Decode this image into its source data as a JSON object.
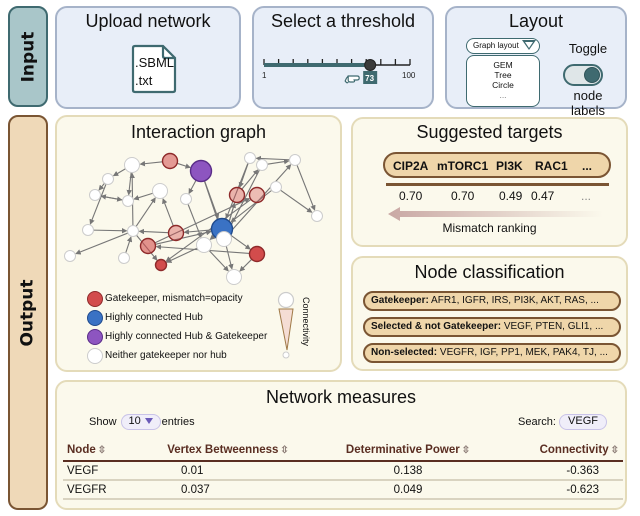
{
  "sections": {
    "input_label": "Input",
    "output_label": "Output"
  },
  "upload": {
    "title": "Upload network",
    "file_types": [
      ".SBML",
      ".txt"
    ],
    "icon": "file-icon"
  },
  "threshold": {
    "title": "Select a threshold",
    "min": 1,
    "max": 100,
    "value": 73,
    "min_label": "1",
    "max_label": "100",
    "value_label": "73",
    "ticks": 11,
    "cursor_icon": "pointing-hand-icon",
    "track_color": "#3f6a70"
  },
  "layout": {
    "title": "Layout",
    "dropdown_label": "Graph layout",
    "options": [
      "GEM",
      "Tree",
      "Circle",
      "..."
    ],
    "toggle_top": "Toggle",
    "toggle_bottom": "node labels",
    "toggle_on": true
  },
  "graph": {
    "title": "Interaction graph",
    "colors": {
      "gatekeeper": "#d24c4c",
      "hub": "#3a72c4",
      "hub_gatekeeper": "#8d55c0",
      "neither": "#ffffff",
      "edge": "#777777"
    },
    "legend": [
      {
        "label": "Gatekeeper, mismatch=opacity",
        "type": "gatekeeper"
      },
      {
        "label": "Highly connected Hub",
        "type": "hub"
      },
      {
        "label": "Highly connected Hub & Gatekeeper",
        "type": "hub_gatekeeper"
      },
      {
        "label": "Neither gatekeeper nor hub",
        "type": "neither"
      }
    ],
    "connectivity_label": "Connectivity",
    "nodes": [
      {
        "id": 0,
        "type": "neither",
        "opacity": 1,
        "size": "m"
      },
      {
        "id": 1,
        "type": "gatekeeper",
        "opacity": 0.55,
        "size": "m"
      },
      {
        "id": 2,
        "type": "hub_gatekeeper",
        "opacity": 1,
        "size": "l"
      },
      {
        "id": 3,
        "type": "neither",
        "opacity": 1,
        "size": "s"
      },
      {
        "id": 4,
        "type": "neither",
        "opacity": 1,
        "size": "s"
      },
      {
        "id": 5,
        "type": "gatekeeper",
        "opacity": 0.4,
        "size": "m"
      },
      {
        "id": 6,
        "type": "neither",
        "opacity": 1,
        "size": "s"
      },
      {
        "id": 7,
        "type": "neither",
        "opacity": 1,
        "size": "s"
      },
      {
        "id": 8,
        "type": "neither",
        "opacity": 1,
        "size": "s"
      },
      {
        "id": 9,
        "type": "neither",
        "opacity": 1,
        "size": "m"
      },
      {
        "id": 10,
        "type": "neither",
        "opacity": 1,
        "size": "s"
      },
      {
        "id": 11,
        "type": "gatekeeper",
        "opacity": 0.4,
        "size": "m"
      },
      {
        "id": 12,
        "type": "neither",
        "opacity": 1,
        "size": "s"
      },
      {
        "id": 13,
        "type": "neither",
        "opacity": 1,
        "size": "s"
      },
      {
        "id": 14,
        "type": "neither",
        "opacity": 1,
        "size": "s"
      },
      {
        "id": 15,
        "type": "neither",
        "opacity": 1,
        "size": "s"
      },
      {
        "id": 16,
        "type": "gatekeeper",
        "opacity": 0.35,
        "size": "m"
      },
      {
        "id": 17,
        "type": "hub",
        "opacity": 1,
        "size": "l"
      },
      {
        "id": 18,
        "type": "neither",
        "opacity": 1,
        "size": "m"
      },
      {
        "id": 19,
        "type": "neither",
        "opacity": 1,
        "size": "s"
      },
      {
        "id": 20,
        "type": "neither",
        "opacity": 1,
        "size": "s"
      },
      {
        "id": 21,
        "type": "gatekeeper",
        "opacity": 0.6,
        "size": "m"
      },
      {
        "id": 22,
        "type": "gatekeeper",
        "opacity": 1,
        "size": "s"
      },
      {
        "id": 23,
        "type": "neither",
        "opacity": 1,
        "size": "m"
      },
      {
        "id": 24,
        "type": "neither",
        "opacity": 1,
        "size": "m"
      },
      {
        "id": 25,
        "type": "gatekeeper",
        "opacity": 1,
        "size": "m"
      },
      {
        "id": 26,
        "type": "neither",
        "opacity": 1,
        "size": "s"
      }
    ],
    "edges": [
      [
        1,
        0
      ],
      [
        1,
        2
      ],
      [
        0,
        3
      ],
      [
        3,
        4
      ],
      [
        4,
        6
      ],
      [
        0,
        6
      ],
      [
        6,
        4
      ],
      [
        3,
        7
      ],
      [
        9,
        6
      ],
      [
        12,
        0
      ],
      [
        12,
        9
      ],
      [
        11,
        12
      ],
      [
        11,
        9
      ],
      [
        2,
        10
      ],
      [
        2,
        17
      ],
      [
        5,
        23
      ],
      [
        23,
        5
      ],
      [
        8,
        5
      ],
      [
        5,
        13
      ],
      [
        13,
        14
      ],
      [
        14,
        8
      ],
      [
        14,
        19
      ],
      [
        15,
        19
      ],
      [
        16,
        22
      ],
      [
        21,
        16
      ],
      [
        25,
        21
      ],
      [
        7,
        12
      ],
      [
        12,
        26
      ],
      [
        12,
        22
      ],
      [
        2,
        23
      ],
      [
        17,
        11
      ],
      [
        17,
        23
      ],
      [
        17,
        24
      ],
      [
        17,
        25
      ],
      [
        17,
        18
      ],
      [
        10,
        18
      ],
      [
        18,
        22
      ],
      [
        18,
        24
      ],
      [
        25,
        24
      ],
      [
        15,
        17
      ],
      [
        8,
        17
      ],
      [
        21,
        17
      ],
      [
        13,
        23
      ],
      [
        23,
        14
      ],
      [
        20,
        12
      ]
    ]
  },
  "targets": {
    "title": "Suggested targets",
    "items": [
      {
        "name": "CIP2A",
        "value": "0.70"
      },
      {
        "name": "mTORC1",
        "value": "0.70"
      },
      {
        "name": "PI3K",
        "value": "0.49"
      },
      {
        "name": "RAC1",
        "value": "0.47"
      },
      {
        "name": "...",
        "value": "..."
      }
    ],
    "ranking_label": "Mismatch ranking"
  },
  "classification": {
    "title": "Node classification",
    "rows": [
      {
        "label": "Gatekeeper:",
        "values": " AFR1, IGFR, IRS, PI3K, AKT, RAS, ..."
      },
      {
        "label": "Selected & not Gatekeeper:",
        "values": " VEGF, PTEN, GLI1, ..."
      },
      {
        "label": "Non-selected:",
        "values": " VEGFR, IGF, PP1, MEK, PAK4, TJ, ..."
      }
    ]
  },
  "measures": {
    "title": "Network measures",
    "show_prefix": "Show",
    "entries_value": "10",
    "show_suffix": "entries",
    "search_label": "Search:",
    "search_value": "VEGF",
    "columns": [
      "Node",
      "Vertex Betweenness",
      "Determinative Power",
      "Connectivity"
    ],
    "rows": [
      [
        "VEGF",
        "0.01",
        "0.138",
        "-0.363"
      ],
      [
        "VEGFR",
        "0.037",
        "0.049",
        "-0.623"
      ]
    ]
  }
}
